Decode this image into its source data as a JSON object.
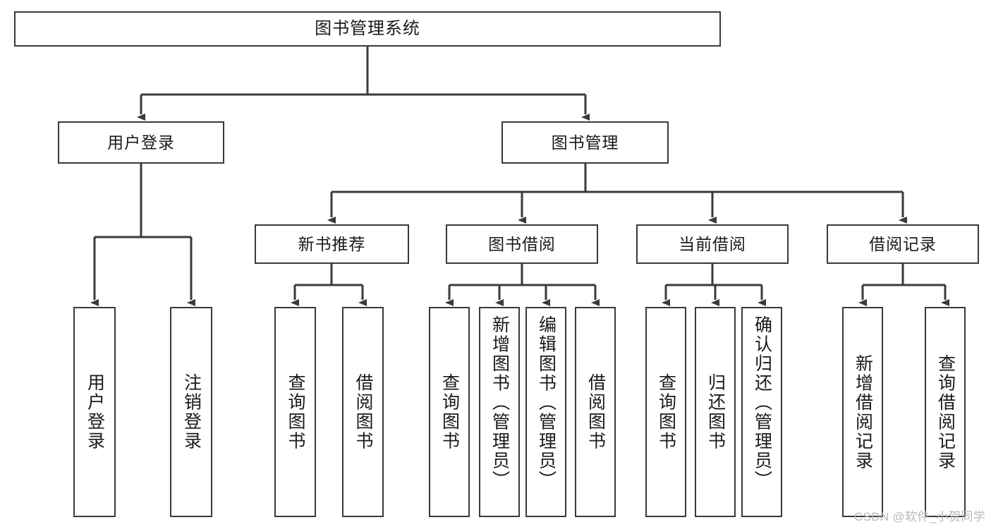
{
  "diagram": {
    "title": "图书管理系统",
    "watermark": "CSDN @软件_小贺同学",
    "colors": {
      "stroke": "#3a3a3a",
      "fill": "#ffffff",
      "text": "#1a1a1a",
      "watermark": "#b9b9b9"
    },
    "levels": {
      "root": {
        "label": "图书管理系统"
      },
      "level2": [
        {
          "label": "用户登录"
        },
        {
          "label": "图书管理"
        }
      ],
      "level3": [
        {
          "label": "新书推荐"
        },
        {
          "label": "图书借阅"
        },
        {
          "label": "当前借阅"
        },
        {
          "label": "借阅记录"
        }
      ],
      "leaves": [
        {
          "label": "用户登录",
          "parent": "用户登录"
        },
        {
          "label": "注销登录",
          "parent": "用户登录"
        },
        {
          "label": "查询图书",
          "parent": "新书推荐"
        },
        {
          "label": "借阅图书",
          "parent": "新书推荐"
        },
        {
          "label": "查询图书",
          "parent": "图书借阅"
        },
        {
          "label": "新增图书（管理员）",
          "parent": "图书借阅"
        },
        {
          "label": "编辑图书（管理员）",
          "parent": "图书借阅"
        },
        {
          "label": "借阅图书",
          "parent": "图书借阅"
        },
        {
          "label": "查询图书",
          "parent": "当前借阅"
        },
        {
          "label": "归还图书",
          "parent": "当前借阅"
        },
        {
          "label": "确认归还（管理员）",
          "parent": "当前借阅"
        },
        {
          "label": "新增借阅记录",
          "parent": "借阅记录"
        },
        {
          "label": "查询借阅记录",
          "parent": "借阅记录"
        }
      ]
    }
  },
  "chart_data": {
    "type": "diagram",
    "title": "图书管理系统",
    "structure": "tree",
    "nodes": [
      {
        "id": "root",
        "label": "图书管理系统",
        "level": 0,
        "children": [
          "用户登录",
          "图书管理"
        ]
      },
      {
        "id": "用户登录",
        "label": "用户登录",
        "level": 1,
        "children": [
          "用户登录-leaf",
          "注销登录"
        ]
      },
      {
        "id": "图书管理",
        "label": "图书管理",
        "level": 1,
        "children": [
          "新书推荐",
          "图书借阅",
          "当前借阅",
          "借阅记录"
        ]
      },
      {
        "id": "新书推荐",
        "label": "新书推荐",
        "level": 2,
        "children": [
          "查询图书-1",
          "借阅图书-1"
        ]
      },
      {
        "id": "图书借阅",
        "label": "图书借阅",
        "level": 2,
        "children": [
          "查询图书-2",
          "新增图书（管理员）",
          "编辑图书（管理员）",
          "借阅图书-2"
        ]
      },
      {
        "id": "当前借阅",
        "label": "当前借阅",
        "level": 2,
        "children": [
          "查询图书-3",
          "归还图书",
          "确认归还（管理员）"
        ]
      },
      {
        "id": "借阅记录",
        "label": "借阅记录",
        "level": 2,
        "children": [
          "新增借阅记录",
          "查询借阅记录"
        ]
      }
    ]
  }
}
